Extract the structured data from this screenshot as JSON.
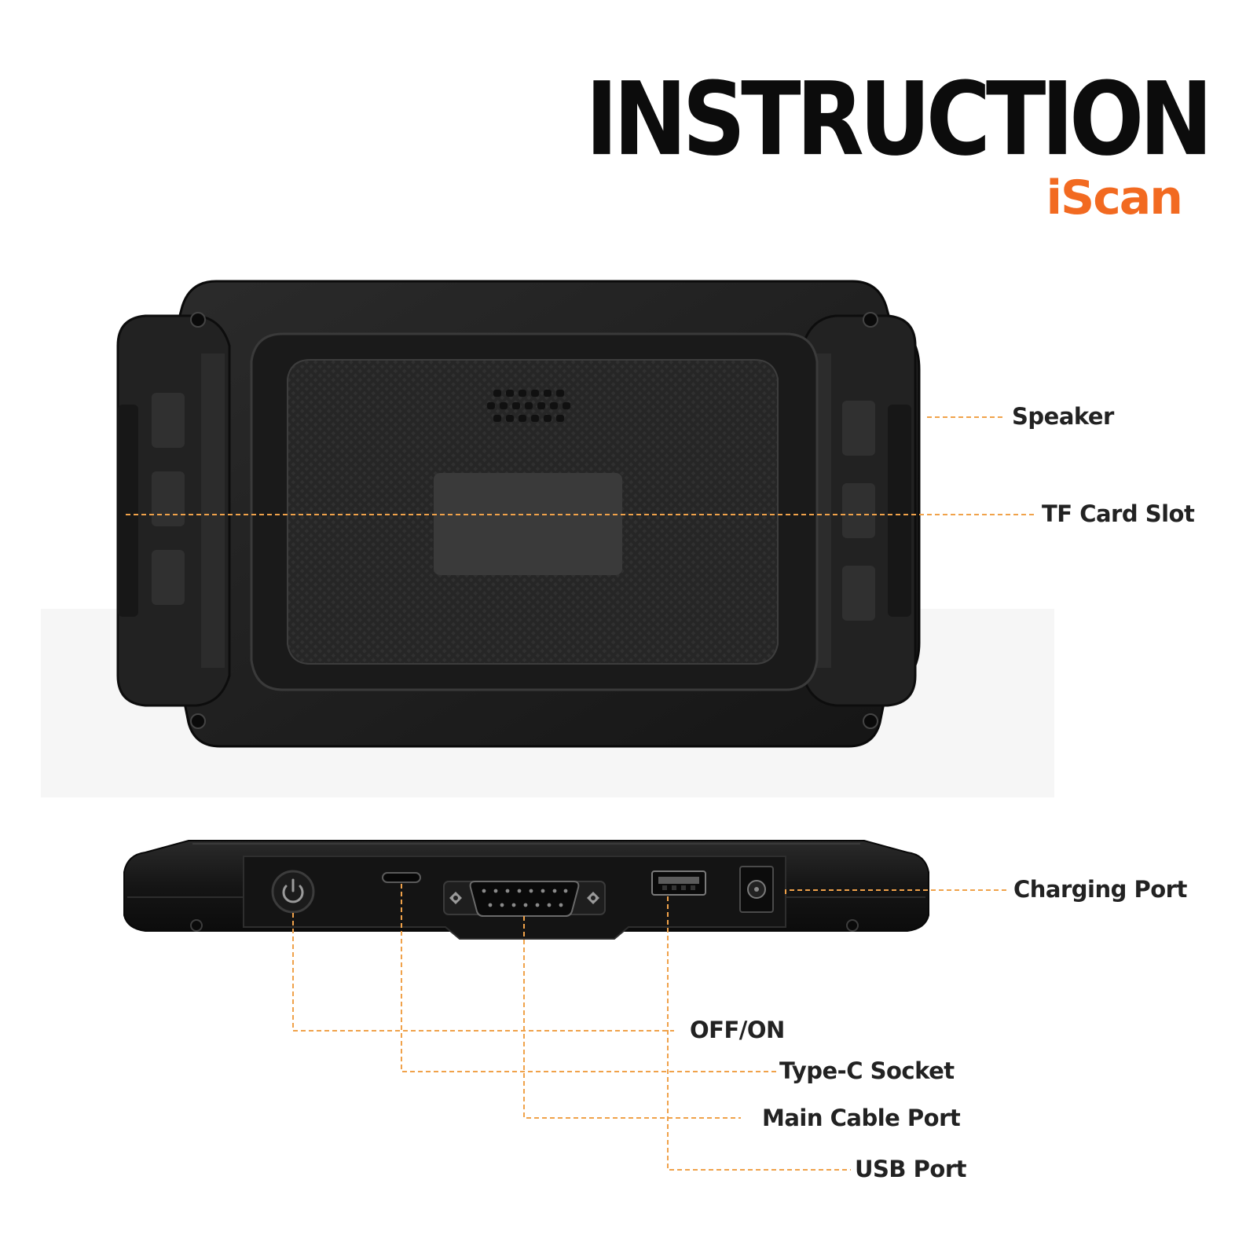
{
  "header": {
    "title": "INSTRUCTION",
    "subtitle": "iScan"
  },
  "colors": {
    "accent": "#f26a21",
    "leader": "#f0a24a",
    "device_body": "#1c1c1c",
    "text": "#222222"
  },
  "labels": {
    "speaker": "Speaker",
    "tf_card_slot": "TF Card Slot",
    "charging_port": "Charging Port",
    "off_on": "OFF/ON",
    "type_c_socket": "Type-C Socket",
    "main_cable_port": "Main Cable Port",
    "usb_port": "USB Port"
  },
  "icons": {
    "power": "power-icon"
  }
}
